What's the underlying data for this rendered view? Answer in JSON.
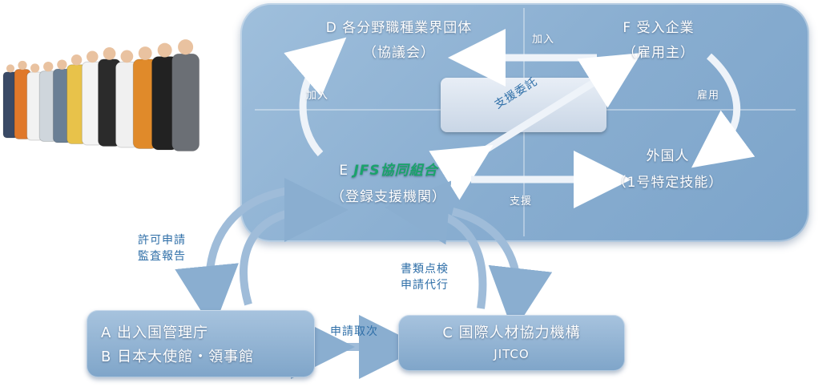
{
  "nodes": {
    "d": {
      "line1": "D 各分野職種業界団体",
      "line2": "（協議会）"
    },
    "f": {
      "line1": "F 受入企業",
      "line2": "（雇用主）"
    },
    "e": {
      "prefix": "E",
      "name": "JFS協同組合",
      "line2": "（登録支援機関）"
    },
    "foreign": {
      "line1": "外国人",
      "line2": "（1号特定技能）"
    },
    "a_b": {
      "line1": "A 出入国管理庁",
      "line2": "B 日本大使館・領事館"
    },
    "c": {
      "line1": "C 国際人材協力機構",
      "line2": "JITCO"
    }
  },
  "edges": {
    "f_to_d": "加入",
    "e_to_d": "加入",
    "f_to_foreign": "雇用",
    "e_f_commission": "支援委託",
    "e_to_foreign": "支援",
    "e_ab": [
      "許可申請",
      "監査報告"
    ],
    "e_c": [
      "書類点検",
      "申請代行"
    ],
    "ab_c": "申請取次"
  },
  "colors": {
    "board": "#88add0",
    "accent": "#2f6fa8",
    "jfs": "#1aa36b"
  }
}
